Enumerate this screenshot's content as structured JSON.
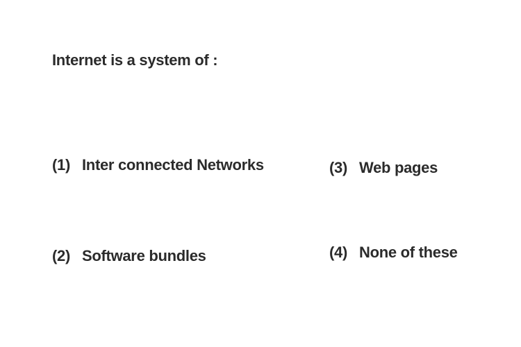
{
  "question": {
    "text": "Internet is a system of :"
  },
  "options": [
    {
      "number": "(1)",
      "text": "Inter connected Networks"
    },
    {
      "number": "(2)",
      "text": "Software bundles"
    },
    {
      "number": "(3)",
      "text": "Web pages"
    },
    {
      "number": "(4)",
      "text": "None of these"
    }
  ]
}
